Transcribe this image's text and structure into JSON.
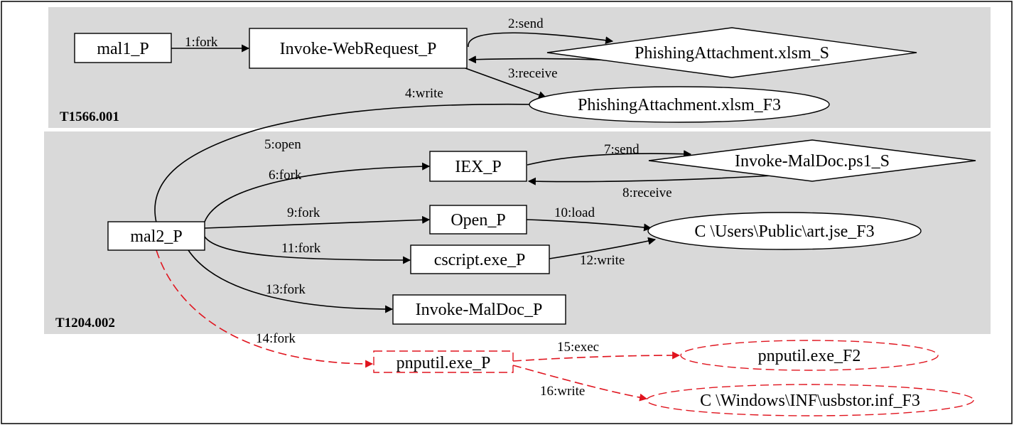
{
  "graph": {
    "clusters": [
      {
        "id": "c1",
        "label": "T1566.001"
      },
      {
        "id": "c2",
        "label": "T1204.002"
      }
    ],
    "nodes": [
      {
        "id": "mal1",
        "label": "mal1_P",
        "shape": "box"
      },
      {
        "id": "iwr",
        "label": "Invoke-WebRequest_P",
        "shape": "box"
      },
      {
        "id": "pas",
        "label": "PhishingAttachment.xlsm_S",
        "shape": "diamond"
      },
      {
        "id": "paf",
        "label": "PhishingAttachment.xlsm_F3",
        "shape": "ellipse"
      },
      {
        "id": "iex",
        "label": "IEX_P",
        "shape": "box"
      },
      {
        "id": "imds",
        "label": "Invoke-MalDoc.ps1_S",
        "shape": "diamond"
      },
      {
        "id": "mal2",
        "label": "mal2_P",
        "shape": "box"
      },
      {
        "id": "open",
        "label": "Open_P",
        "shape": "box"
      },
      {
        "id": "art",
        "label": "C \\Users\\Public\\art.jse_F3",
        "shape": "ellipse"
      },
      {
        "id": "cscript",
        "label": "cscript.exe_P",
        "shape": "box"
      },
      {
        "id": "imdp",
        "label": "Invoke-MalDoc_P",
        "shape": "box"
      },
      {
        "id": "pnp",
        "label": "pnputil.exe_P",
        "shape": "box",
        "style": "dashed-red"
      },
      {
        "id": "pnpf",
        "label": "pnputil.exe_F2",
        "shape": "ellipse",
        "style": "dashed-red"
      },
      {
        "id": "usb",
        "label": "C \\Windows\\INF\\usbstor.inf_F3",
        "shape": "ellipse",
        "style": "dashed-red"
      }
    ],
    "edges": [
      {
        "id": "e1",
        "from": "mal1",
        "to": "iwr",
        "label": "1:fork"
      },
      {
        "id": "e2",
        "from": "iwr",
        "to": "pas",
        "label": "2:send"
      },
      {
        "id": "e3",
        "from": "pas",
        "to": "iwr",
        "label": "3:receive"
      },
      {
        "id": "e3b",
        "from": "iwr",
        "to": "paf",
        "label": ""
      },
      {
        "id": "e4",
        "from": "mal2",
        "to": "paf",
        "label": "4:write"
      },
      {
        "id": "e5",
        "from": "mal2",
        "to": "paf",
        "label": "5:open"
      },
      {
        "id": "e6",
        "from": "mal2",
        "to": "iex",
        "label": "6:fork"
      },
      {
        "id": "e7",
        "from": "iex",
        "to": "imds",
        "label": "7:send"
      },
      {
        "id": "e8",
        "from": "imds",
        "to": "iex",
        "label": "8:receive"
      },
      {
        "id": "e9",
        "from": "mal2",
        "to": "open",
        "label": "9:fork"
      },
      {
        "id": "e10",
        "from": "open",
        "to": "art",
        "label": "10:load"
      },
      {
        "id": "e11",
        "from": "mal2",
        "to": "cscript",
        "label": "11:fork"
      },
      {
        "id": "e12",
        "from": "cscript",
        "to": "art",
        "label": "12:write"
      },
      {
        "id": "e13",
        "from": "mal2",
        "to": "imdp",
        "label": "13:fork"
      },
      {
        "id": "e14",
        "from": "mal2",
        "to": "pnp",
        "label": "14:fork",
        "style": "dashed-red"
      },
      {
        "id": "e15",
        "from": "pnp",
        "to": "pnpf",
        "label": "15:exec",
        "style": "dashed-red"
      },
      {
        "id": "e16",
        "from": "pnp",
        "to": "usb",
        "label": "16:write",
        "style": "dashed-red"
      }
    ]
  }
}
